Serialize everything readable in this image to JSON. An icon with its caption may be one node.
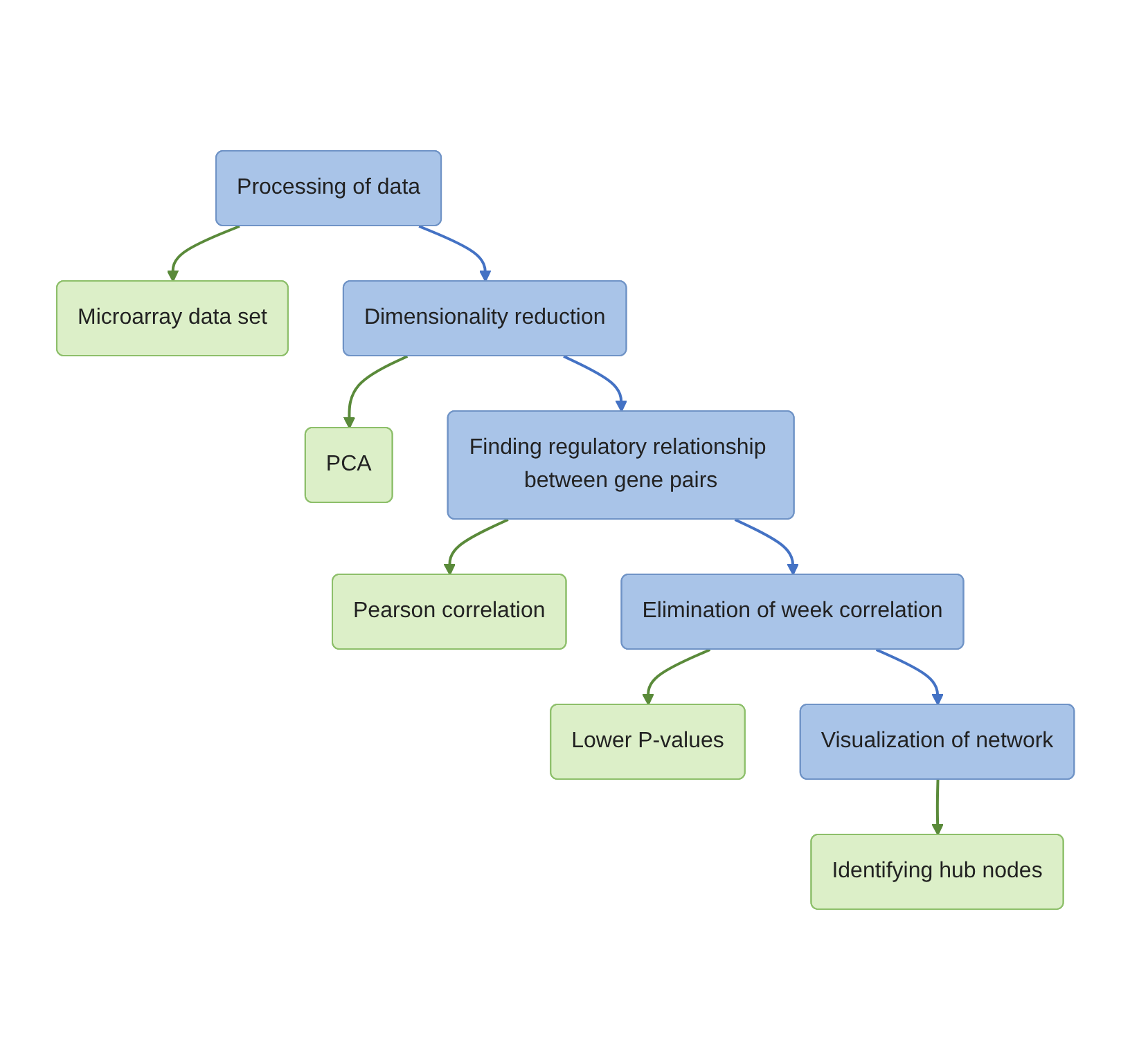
{
  "diagram": {
    "nodes": [
      {
        "text": [
          "Processing of data"
        ]
      },
      {
        "text": [
          "Microarray data set"
        ]
      },
      {
        "text": [
          "Dimensionality reduction"
        ]
      },
      {
        "text": [
          "PCA"
        ]
      },
      {
        "text": [
          "Finding regulatory relationship between gene pairs"
        ]
      },
      {
        "text": [
          "Pearson correlation"
        ]
      },
      {
        "text": [
          "Elimination of week correlation"
        ]
      },
      {
        "text": [
          "Lower P-values"
        ]
      },
      {
        "text": [
          "Visualization of network"
        ]
      },
      {
        "text": [
          "Identifying hub nodes"
        ]
      }
    ],
    "edges": [
      {
        "from": 0,
        "to": 1,
        "arrow": "to",
        "color": "#5a8a3a"
      },
      {
        "from": 0,
        "to": 2,
        "arrow": "to",
        "color": "#4472c4"
      },
      {
        "from": 2,
        "to": 3,
        "arrow": "to",
        "color": "#5a8a3a"
      },
      {
        "from": 2,
        "to": 4,
        "arrow": "to",
        "color": "#4472c4"
      },
      {
        "from": 4,
        "to": 5,
        "arrow": "to",
        "color": "#5a8a3a"
      },
      {
        "from": 4,
        "to": 6,
        "arrow": "to",
        "color": "#4472c4"
      },
      {
        "from": 6,
        "to": 7,
        "arrow": "to",
        "color": "#5a8a3a"
      },
      {
        "from": 6,
        "to": 8,
        "arrow": "to",
        "color": "#4472c4"
      },
      {
        "from": 8,
        "to": 9,
        "arrow": "to",
        "color": "#5a8a3a"
      }
    ]
  }
}
